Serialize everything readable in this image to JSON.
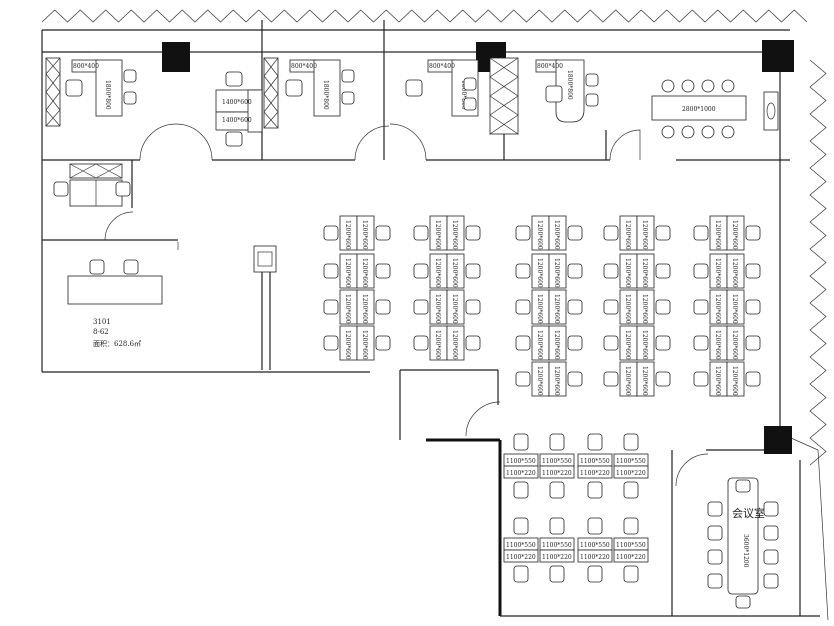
{
  "room": {
    "unit": "3101",
    "capacity": "8-62",
    "area": "面积：628.6㎡"
  },
  "conference_room": {
    "label": "会议室",
    "table_size": "3600*1200"
  },
  "meeting_table": {
    "size": "2800*1000"
  },
  "labels": {
    "desk_a": "1400*600",
    "desk_b": "1400*600",
    "desk_side": "1800*800",
    "desk_side_small": "800*400",
    "workstation": "1100*550",
    "workstation_low": "1100*220",
    "grid_desk": "1200*600"
  }
}
